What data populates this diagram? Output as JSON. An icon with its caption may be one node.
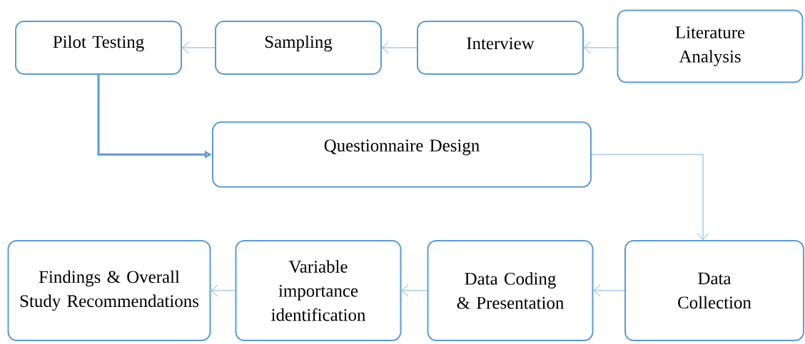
{
  "diagram": {
    "nodes": [
      {
        "text": [
          "Pilot Testing"
        ]
      },
      {
        "text": [
          "Sampling"
        ]
      },
      {
        "text": [
          "Interview"
        ]
      },
      {
        "text": [
          "Literature Analysis"
        ]
      },
      {
        "text": [
          "Questionnaire Design"
        ]
      },
      {
        "text": [
          "Findings & Overall Study Recommendations"
        ]
      },
      {
        "text": [
          "Variable importance identification"
        ]
      },
      {
        "text": [
          "Data Coding & Presentation"
        ]
      },
      {
        "text": [
          "Data Collection"
        ]
      }
    ],
    "edges": [
      {
        "from": 3,
        "to": 2,
        "arrow": "to"
      },
      {
        "from": 2,
        "to": 1,
        "arrow": "to"
      },
      {
        "from": 1,
        "to": 0,
        "arrow": "to"
      },
      {
        "from": 0,
        "to": 4,
        "arrow": "to",
        "style": "thick"
      },
      {
        "from": 4,
        "to": 8,
        "arrow": "to"
      },
      {
        "from": 8,
        "to": 7,
        "arrow": "to"
      },
      {
        "from": 7,
        "to": 6,
        "arrow": "to"
      },
      {
        "from": 6,
        "to": 5,
        "arrow": "to"
      }
    ]
  }
}
